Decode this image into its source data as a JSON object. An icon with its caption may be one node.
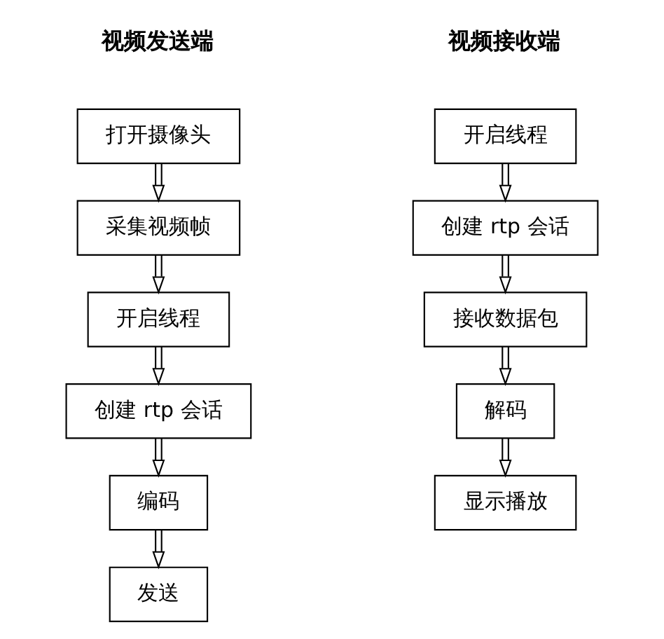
{
  "diagram": {
    "nodes": [
      {
        "text": [
          "打开摄像头"
        ]
      },
      {
        "text": [
          "采集视频帧"
        ]
      },
      {
        "text": [
          "开启线程"
        ]
      },
      {
        "text": [
          "创建 rtp 会话"
        ]
      },
      {
        "text": [
          "编码"
        ]
      },
      {
        "text": [
          "发送"
        ]
      },
      {
        "text": [
          "开启线程"
        ]
      },
      {
        "text": [
          "创建 rtp 会话"
        ]
      },
      {
        "text": [
          "接收数据包"
        ]
      },
      {
        "text": [
          "解码"
        ]
      },
      {
        "text": [
          "显示播放"
        ]
      }
    ],
    "edges": [
      {
        "from": 0,
        "to": 1,
        "arrow": "to"
      },
      {
        "from": 1,
        "to": 2,
        "arrow": "to"
      },
      {
        "from": 2,
        "to": 3,
        "arrow": "to"
      },
      {
        "from": 3,
        "to": 4,
        "arrow": "to"
      },
      {
        "from": 4,
        "to": 5,
        "arrow": "to"
      },
      {
        "from": 6,
        "to": 7,
        "arrow": "to"
      },
      {
        "from": 7,
        "to": 8,
        "arrow": "to"
      },
      {
        "from": 8,
        "to": 9,
        "arrow": "to"
      },
      {
        "from": 9,
        "to": 10,
        "arrow": "to"
      }
    ],
    "labels": [
      "视频发送端",
      "视频接收端"
    ]
  }
}
